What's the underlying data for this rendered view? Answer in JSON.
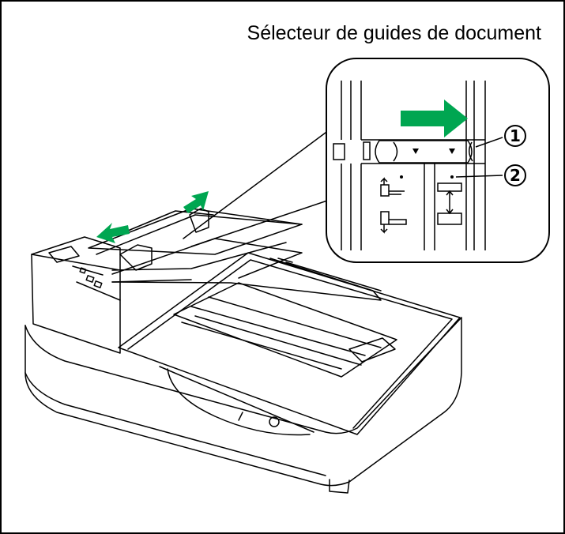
{
  "title": "Sélecteur de guides de document",
  "callouts": {
    "one": "1",
    "two": "2"
  },
  "colors": {
    "arrow": "#00a651",
    "line": "#000000",
    "background": "#ffffff"
  },
  "icons": [
    "scanner-illustration",
    "green-arrow-icon",
    "guide-position-icon"
  ]
}
